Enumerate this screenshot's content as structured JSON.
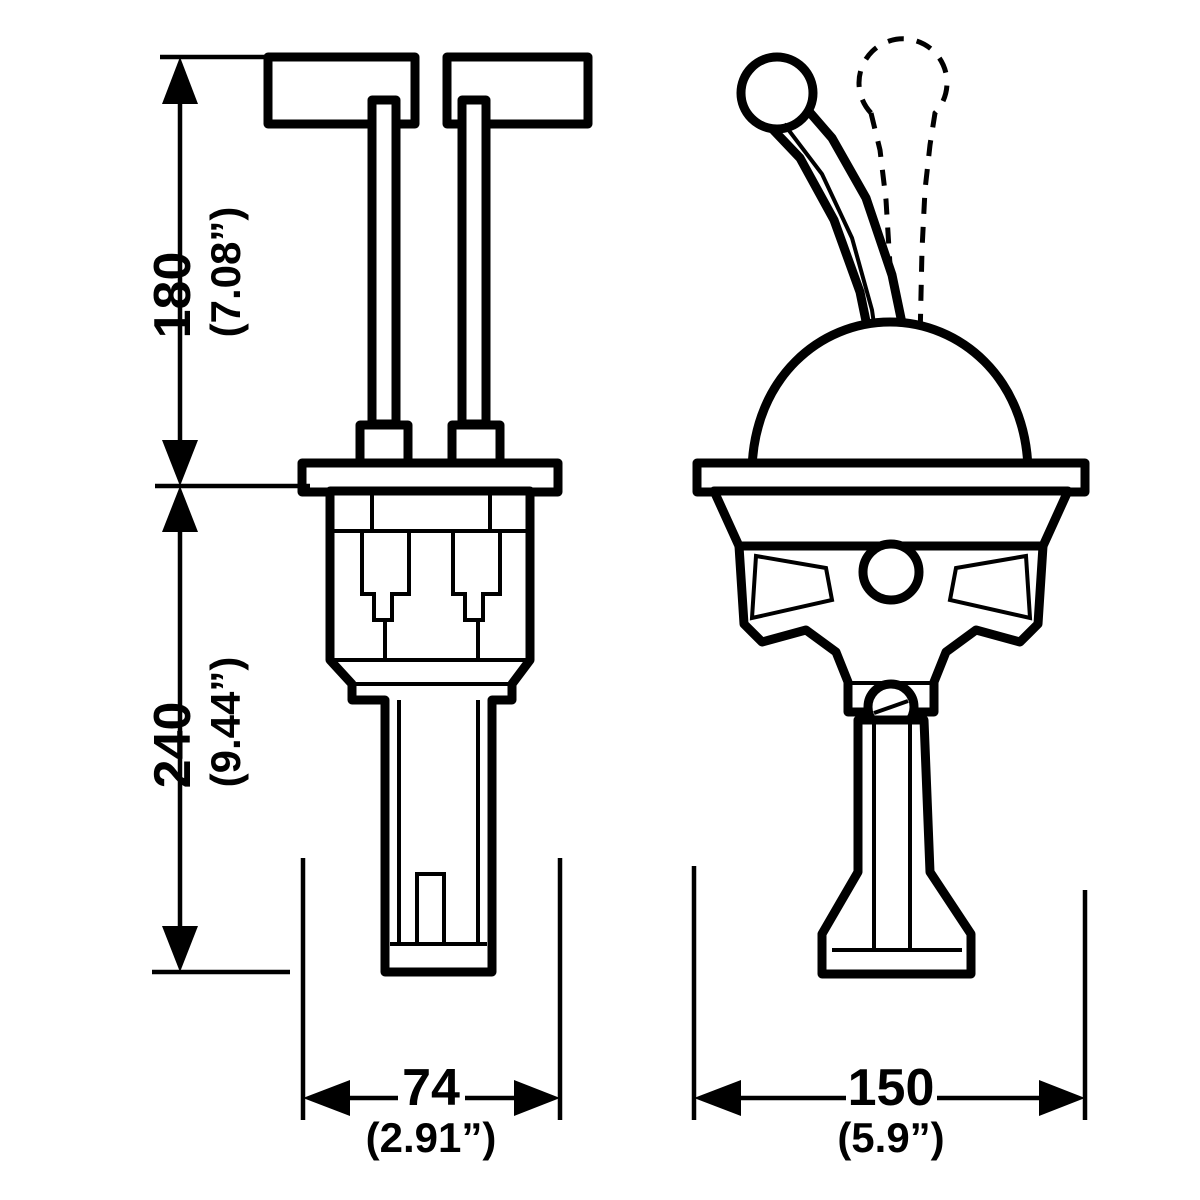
{
  "drawing": {
    "title": "Marine engine control lever - dimensioned technical drawing",
    "line_color": "#000000",
    "fill_color": "#ffffff",
    "views": [
      {
        "name": "side-view-twin-lever",
        "description": "Side elevation showing twin T-handle control levers, mounting flange and lower shaft"
      },
      {
        "name": "front-view-ball-lever",
        "description": "Front elevation showing ball-top lever, dome housing, mounting flange and bracket"
      }
    ]
  },
  "dimensions": {
    "height_upper": {
      "value": "180",
      "inches": "(7.08”)",
      "orientation": "vertical"
    },
    "height_lower": {
      "value": "240",
      "inches": "(9.44”)",
      "orientation": "vertical"
    },
    "width_left": {
      "value": "74",
      "inches": "(2.91”)",
      "orientation": "horizontal"
    },
    "width_right": {
      "value": "150",
      "inches": "(5.9”)",
      "orientation": "horizontal"
    }
  }
}
